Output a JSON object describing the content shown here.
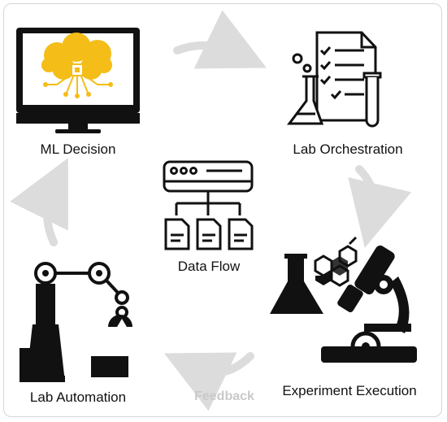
{
  "nodes": {
    "ml_decision": "ML Decision",
    "lab_orchestration": "Lab Orchestration",
    "data_flow": "Data Flow",
    "experiment_execution": "Experiment Execution",
    "lab_automation": "Lab Automation"
  },
  "edge_labels": {
    "feedback": "Feedback"
  },
  "colors": {
    "brain": "#f4bd17",
    "arrow": "#dcdcdc",
    "ink": "#111111"
  }
}
